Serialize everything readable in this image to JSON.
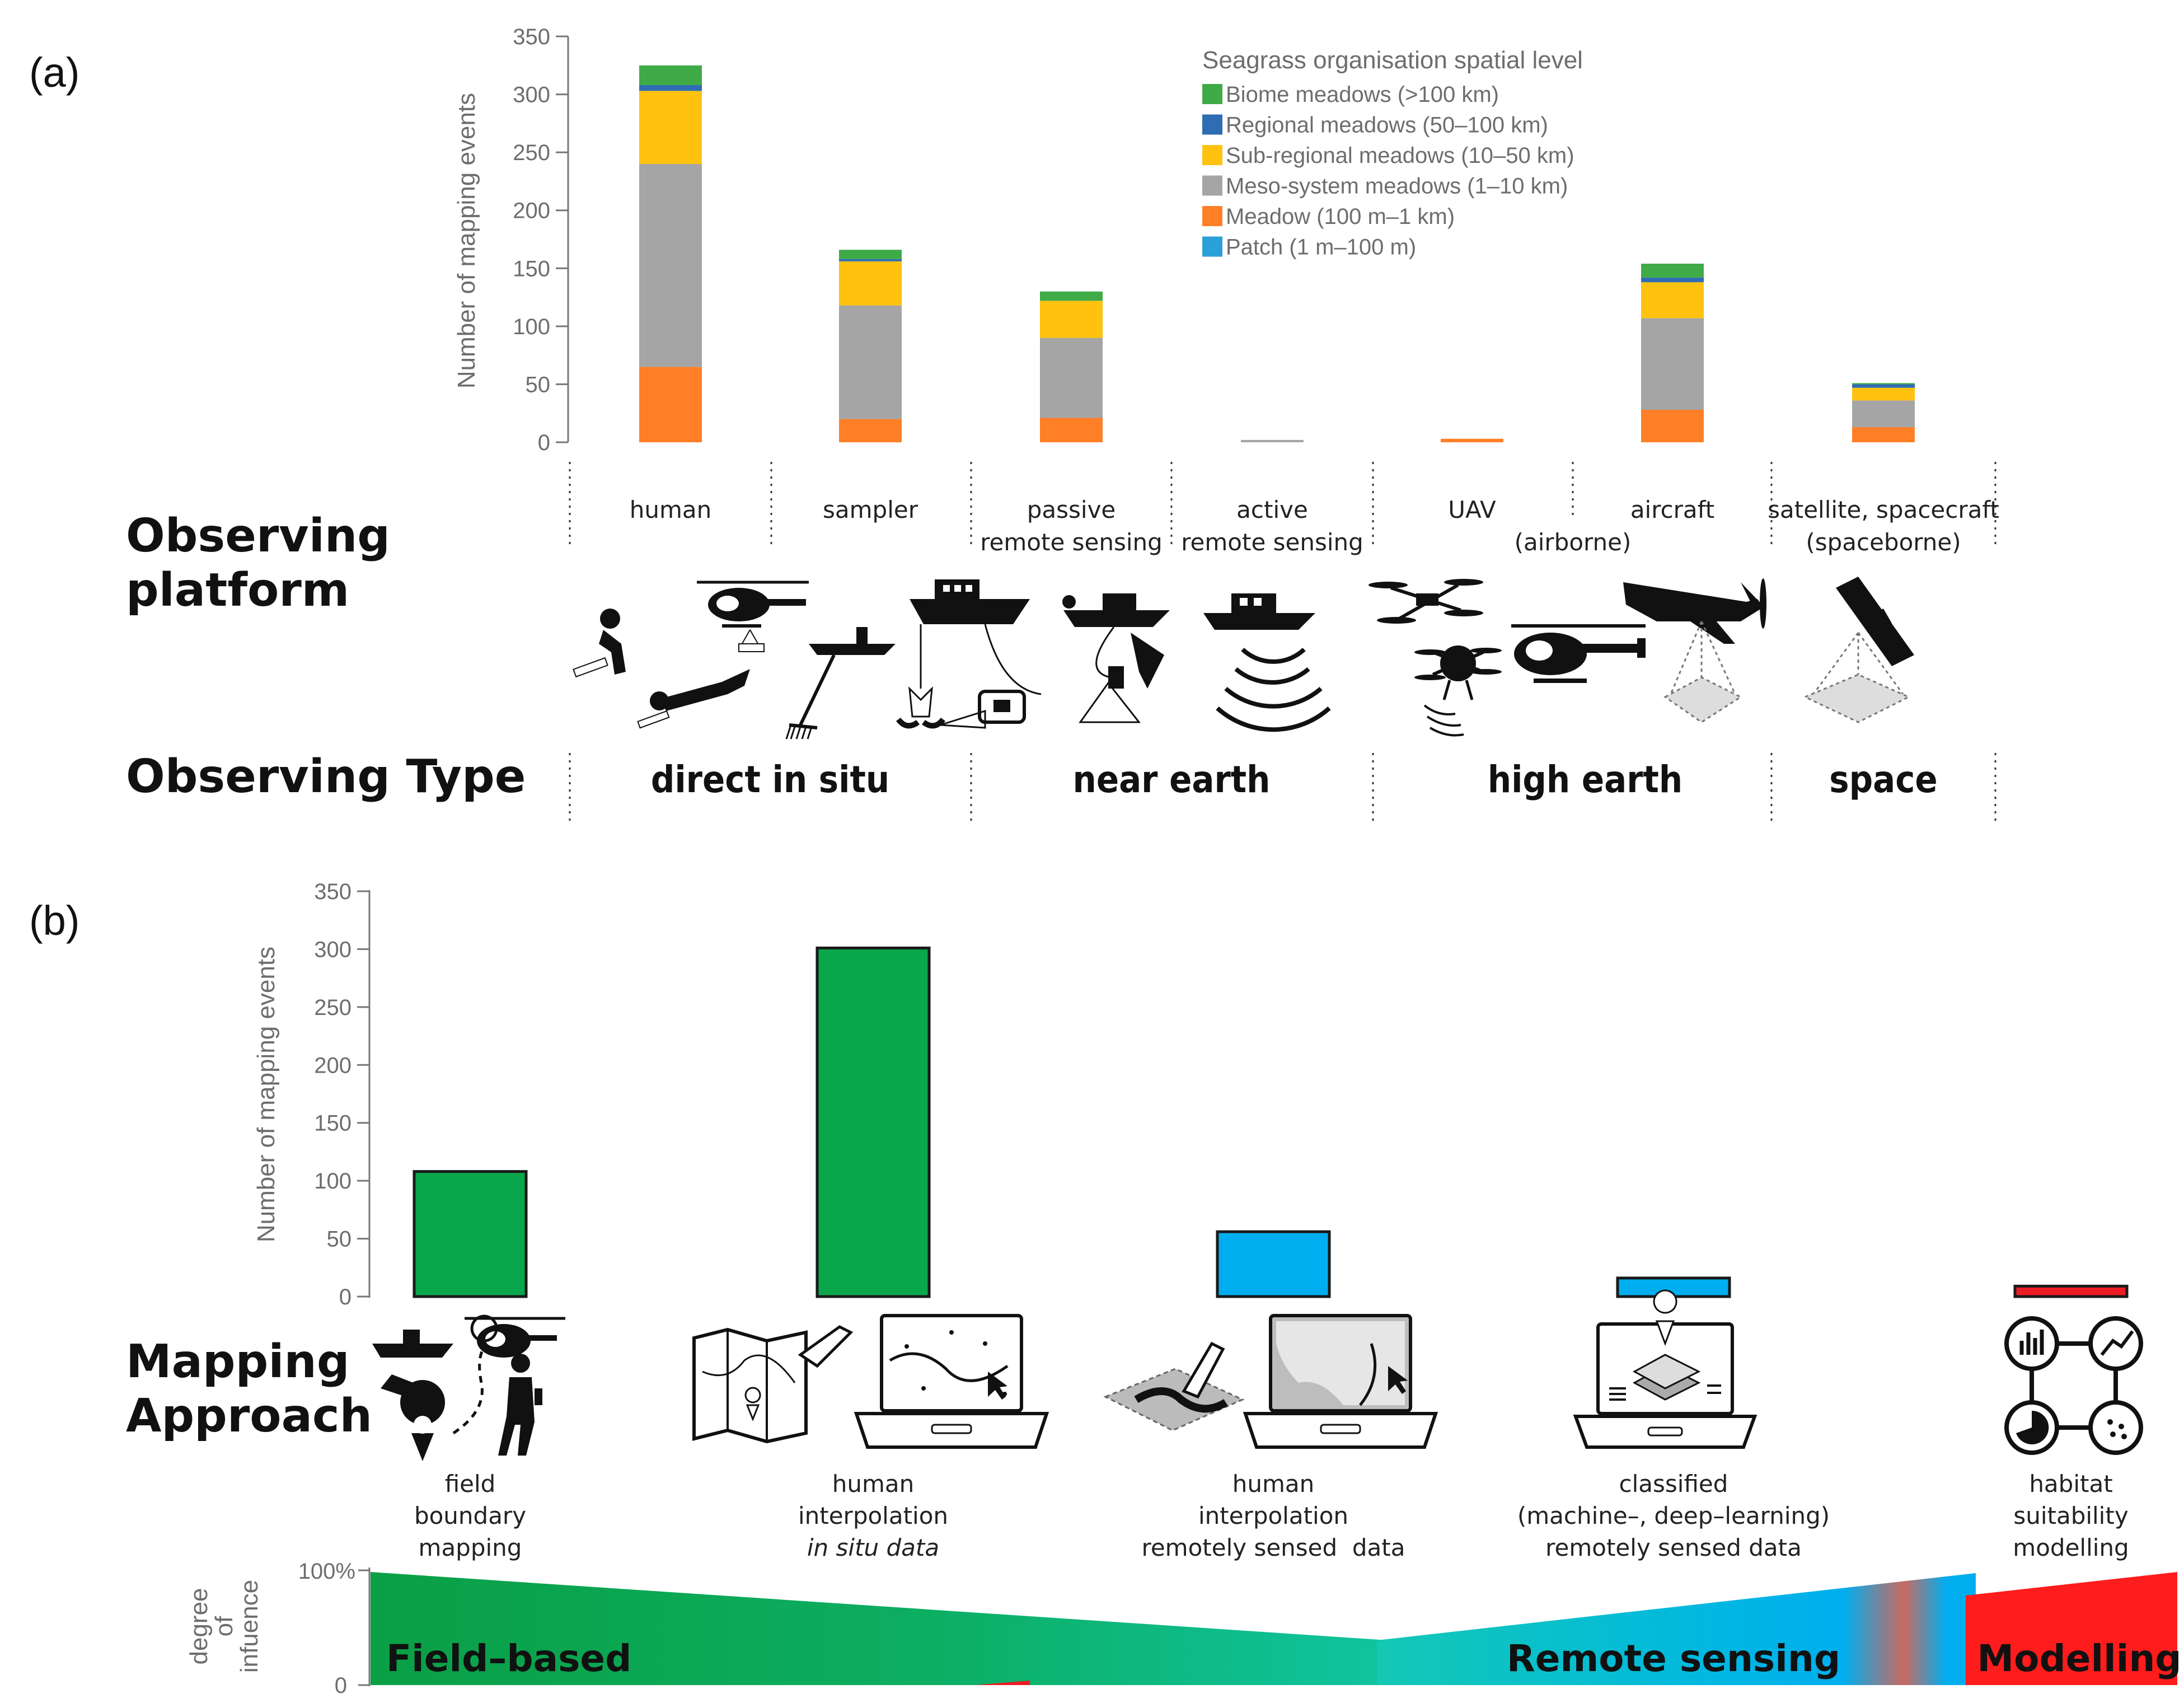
{
  "panels": {
    "a": "(a)",
    "b": "(b)"
  },
  "colors": {
    "biome": "#3fab47",
    "regional": "#2e6db3",
    "subregional": "#ffc20e",
    "meso": "#a5a5a5",
    "meadow": "#ff7f27",
    "patch": "#2a9fd8",
    "field": "#0aa64c",
    "remote": "#00aeef",
    "modelling": "#ed1c24"
  },
  "chart_data": [
    {
      "type": "bar",
      "stacked": true,
      "ylabel": "Number of mapping events",
      "ylim": [
        0,
        350
      ],
      "yticks": [
        0,
        50,
        100,
        150,
        200,
        250,
        300,
        350
      ],
      "legend_title": "Seagrass organisation spatial level",
      "legend_position": "top-right",
      "categories": [
        "human",
        "sampler",
        "passive remote sensing",
        "active remote sensing",
        "UAV",
        "aircraft",
        "satellite, spacecraft"
      ],
      "series": [
        {
          "name": "Patch (1 m–100 m)",
          "key": "patch",
          "values": [
            0,
            0,
            0,
            0,
            0,
            0,
            0
          ]
        },
        {
          "name": "Meadow (100 m–1 km)",
          "key": "meadow",
          "values": [
            65,
            20,
            21,
            0,
            3,
            28,
            13
          ]
        },
        {
          "name": "Meso-system meadows (1–10 km)",
          "key": "meso",
          "values": [
            175,
            98,
            69,
            2,
            0,
            79,
            23
          ]
        },
        {
          "name": "Sub-regional meadows (10–50 km)",
          "key": "subregional",
          "values": [
            63,
            38,
            32,
            0,
            0,
            31,
            11
          ]
        },
        {
          "name": "Regional meadows (50–100 km)",
          "key": "regional",
          "values": [
            5,
            2,
            0,
            0,
            0,
            4,
            3
          ]
        },
        {
          "name": "Biome meadows (>100 km)",
          "key": "biome",
          "values": [
            17,
            8,
            8,
            0,
            0,
            12,
            1
          ]
        }
      ]
    },
    {
      "type": "bar",
      "ylabel": "Number of mapping events",
      "ylim": [
        0,
        350
      ],
      "yticks": [
        0,
        50,
        100,
        150,
        200,
        250,
        300,
        350
      ],
      "categories": [
        "field boundary mapping",
        "human interpolation in situ data",
        "human interpolation remotely sensed data",
        "classified (machine–, deep–learning) remotely sensed data",
        "habitat suitability modelling"
      ],
      "values": [
        108,
        301,
        56,
        16,
        9
      ],
      "bar_colors": [
        "field",
        "field",
        "remote",
        "remote",
        "modelling"
      ]
    }
  ],
  "platform": {
    "heading_1": "Observing",
    "heading_2": "platform",
    "labels": [
      {
        "lines": [
          "human"
        ]
      },
      {
        "lines": [
          "sampler"
        ]
      },
      {
        "lines": [
          "passive",
          "remote sensing"
        ]
      },
      {
        "lines": [
          "active",
          "remote sensing"
        ]
      },
      {
        "lines": [
          "UAV"
        ]
      },
      {
        "lines": [
          "aircraft"
        ]
      },
      {
        "lines": [
          "satellite, spacecraft",
          "(spaceborne)"
        ]
      }
    ],
    "airborne": "(airborne)"
  },
  "observing_type": {
    "heading": "Observing Type",
    "groups": [
      "direct in situ",
      "near earth",
      "high earth",
      "space"
    ]
  },
  "mapping": {
    "heading_1": "Mapping",
    "heading_2": "Approach",
    "labels": [
      {
        "lines": [
          "field",
          "boundary",
          "mapping"
        ]
      },
      {
        "lines": [
          "human",
          "interpolation",
          "in situ data"
        ]
      },
      {
        "lines": [
          "human",
          "interpolation",
          "remotely sensed  data"
        ]
      },
      {
        "lines": [
          "classified",
          "(machine–, deep–learning)",
          "remotely sensed data"
        ]
      },
      {
        "lines": [
          "habitat",
          "suitability",
          "modelling"
        ]
      }
    ]
  },
  "influence": {
    "ylabel_1": "degree",
    "ylabel_2": "of",
    "ylabel_3": "infuence",
    "tick_top": "100%",
    "tick_bottom": "0",
    "field": "Field–based",
    "remote": "Remote sensing",
    "modelling": "Modelling"
  }
}
